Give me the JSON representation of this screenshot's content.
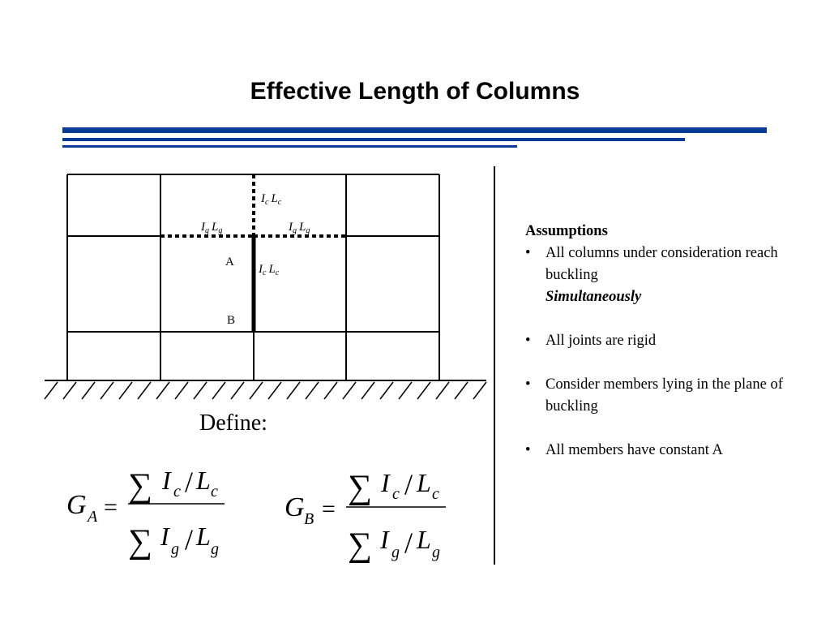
{
  "slide": {
    "title": "Effective Length of Columns",
    "accent_color": "#0a3c96"
  },
  "diagram": {
    "labels": {
      "column_upper": {
        "I": "I",
        "Isub": "c",
        "L": "L",
        "Lsub": "c"
      },
      "column_lower": {
        "I": "I",
        "Isub": "c",
        "L": "L",
        "Lsub": "c"
      },
      "girder_left": {
        "I": "I",
        "Isub": "g",
        "L": "L",
        "Lsub": "g"
      },
      "girder_right": {
        "I": "I",
        "Isub": "g",
        "L": "L",
        "Lsub": "g"
      },
      "joint_a": "A",
      "joint_b": "B"
    }
  },
  "define_label": "Define:",
  "formulas": {
    "ga": {
      "G": "G",
      "sub": "A",
      "eq": "="
    },
    "gb": {
      "G": "G",
      "sub": "B",
      "eq": "="
    },
    "sum": "∑",
    "I": "I",
    "L": "L",
    "slash": "/",
    "c": "c",
    "g": "g"
  },
  "assumptions": {
    "heading": "Assumptions",
    "bullet": "•",
    "items": [
      {
        "text": "All columns under consideration reach buckling",
        "emphasis": "Simultaneously"
      },
      {
        "text": "All joints are rigid"
      },
      {
        "text": "Consider members lying in the plane of buckling"
      },
      {
        "text": "All members have constant A"
      }
    ]
  }
}
